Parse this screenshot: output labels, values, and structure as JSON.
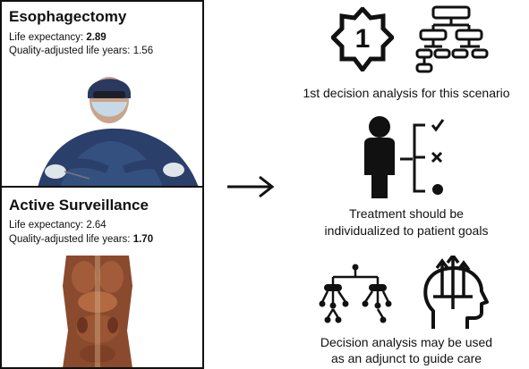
{
  "esophagectomy": {
    "title": "Esophagectomy",
    "life_expectancy_label": "Life expectancy: ",
    "life_expectancy_value": "2.89",
    "qaly_label": "Quality-adjusted life years: ",
    "qaly_value": "1.56"
  },
  "surveillance": {
    "title": "Active Surveillance",
    "life_expectancy_label": "Life expectancy: ",
    "life_expectancy_value": "2.64",
    "qaly_label": "Quality-adjusted life years: ",
    "qaly_value": "1.70"
  },
  "findings": [
    {
      "caption_lines": [
        "1st decision analysis for this scenario"
      ],
      "badge_number": "1"
    },
    {
      "caption_lines": [
        "Treatment should be",
        "individualized to patient goals"
      ]
    },
    {
      "caption_lines": [
        "Decision analysis may be used",
        "as an adjunct to guide care"
      ]
    }
  ],
  "colors": {
    "scrubs": "#2b3f6b",
    "anatomy": "#8a4a2e",
    "icon": "#111111"
  }
}
